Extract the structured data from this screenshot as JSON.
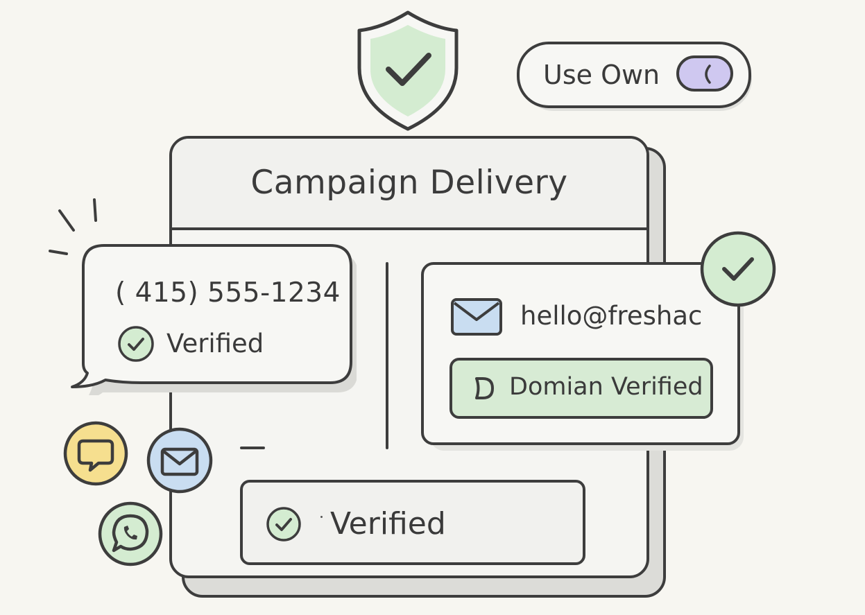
{
  "card": {
    "title": "Campaign Delivery"
  },
  "toggle": {
    "label": "Use Own",
    "state": "on",
    "color": "#cfc8f0"
  },
  "phone": {
    "number": "( 415) 555-1234",
    "status": "Verified",
    "status_color": "#d7ebd4"
  },
  "email": {
    "address": "hello@freshac",
    "domain_status": "Domian Verified",
    "domain_color": "#d7ebd4",
    "envelope_color": "#c9ddf1"
  },
  "bottom": {
    "status": "Verified"
  },
  "shield": {
    "icon": "shield-check-icon",
    "color": "#d4ecd1"
  },
  "channels": [
    {
      "icon": "chat-bubble-icon",
      "color": "#f6df8f"
    },
    {
      "icon": "envelope-icon",
      "color": "#c9ddf1"
    },
    {
      "icon": "whatsapp-icon",
      "color": "#d4ecd1"
    }
  ]
}
